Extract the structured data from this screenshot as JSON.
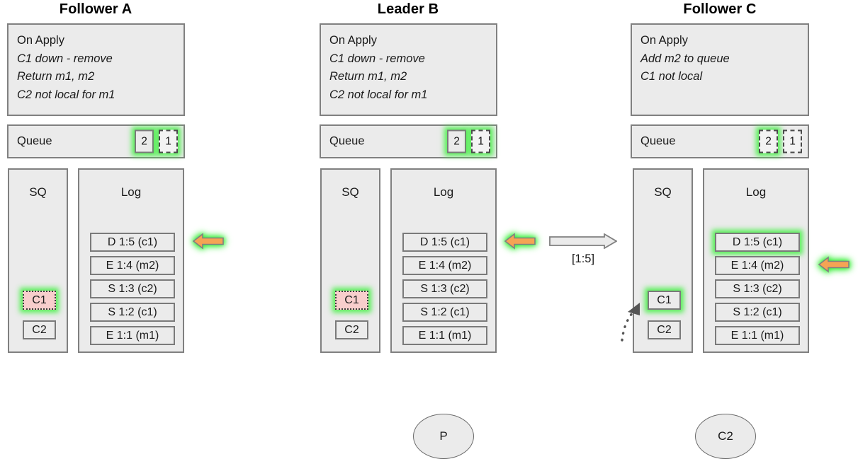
{
  "diagram": {
    "title_row": [
      "Follower A",
      "Leader B",
      "Follower C"
    ],
    "transfer": {
      "label": "[1:5]",
      "direction": "right"
    },
    "colors": {
      "box_fill": "#ebebeb",
      "box_border": "#808080",
      "glow": "#3cf03c",
      "arrow_orange": "#f0a050",
      "pink_fill": "#f8cecc"
    }
  },
  "nodes": [
    {
      "id": "follower-a",
      "title": "Follower A",
      "apply": {
        "heading": "On Apply",
        "lines": [
          "C1 down - remove",
          "Return m1, m2",
          "C2 not local for m1"
        ]
      },
      "queue": {
        "label": "Queue",
        "cells": [
          {
            "value": "2",
            "style": "solid",
            "glow": true
          },
          {
            "value": "1",
            "style": "dashed",
            "glow": true
          }
        ]
      },
      "sq": {
        "header": "SQ",
        "entries": [
          {
            "value": "C1",
            "style": "pink",
            "glow": true
          },
          {
            "value": "C2",
            "style": "solid",
            "glow": false
          }
        ]
      },
      "log": {
        "header": "Log",
        "entries": [
          {
            "value": "D 1:5 (c1)",
            "glow": false
          },
          {
            "value": "E 1:4 (m2)",
            "glow": false
          },
          {
            "value": "S 1:3 (c2)",
            "glow": false
          },
          {
            "value": "S 1:2 (c1)",
            "glow": false
          },
          {
            "value": "E 1:1 (m1)",
            "glow": false
          }
        ]
      },
      "pointer": {
        "icon": "arrow-left-icon",
        "target_row": 0
      }
    },
    {
      "id": "leader-b",
      "title": "Leader B",
      "apply": {
        "heading": "On Apply",
        "lines": [
          "C1 down - remove",
          "Return m1, m2",
          "C2 not local for m1"
        ]
      },
      "queue": {
        "label": "Queue",
        "cells": [
          {
            "value": "2",
            "style": "solid",
            "glow": true
          },
          {
            "value": "1",
            "style": "dashed",
            "glow": true
          }
        ]
      },
      "sq": {
        "header": "SQ",
        "entries": [
          {
            "value": "C1",
            "style": "pink",
            "glow": true
          },
          {
            "value": "C2",
            "style": "solid",
            "glow": false
          }
        ]
      },
      "log": {
        "header": "Log",
        "entries": [
          {
            "value": "D 1:5 (c1)",
            "glow": false
          },
          {
            "value": "E 1:4 (m2)",
            "glow": false
          },
          {
            "value": "S 1:3 (c2)",
            "glow": false
          },
          {
            "value": "S 1:2 (c1)",
            "glow": false
          },
          {
            "value": "E 1:1 (m1)",
            "glow": false
          }
        ]
      },
      "pointer": {
        "icon": "arrow-left-icon",
        "target_row": 0
      }
    },
    {
      "id": "follower-c",
      "title": "Follower C",
      "apply": {
        "heading": "On Apply",
        "lines": [
          "Add m2 to queue",
          "C1 not local"
        ]
      },
      "queue": {
        "label": "Queue",
        "cells": [
          {
            "value": "2",
            "style": "dashed",
            "glow": true
          },
          {
            "value": "1",
            "style": "dashed",
            "glow": false
          }
        ]
      },
      "sq": {
        "header": "SQ",
        "entries": [
          {
            "value": "C1",
            "style": "solid",
            "glow": true
          },
          {
            "value": "C2",
            "style": "solid",
            "glow": false
          }
        ]
      },
      "log": {
        "header": "Log",
        "entries": [
          {
            "value": "D 1:5 (c1)",
            "glow": true
          },
          {
            "value": "E 1:4 (m2)",
            "glow": false
          },
          {
            "value": "S 1:3 (c2)",
            "glow": false
          },
          {
            "value": "S 1:2 (c1)",
            "glow": false
          },
          {
            "value": "E 1:1 (m1)",
            "glow": false
          }
        ]
      },
      "pointer": {
        "icon": "arrow-left-icon",
        "target_row": 1
      }
    }
  ],
  "actors": [
    {
      "id": "producer",
      "label": "P"
    },
    {
      "id": "consumer-c2",
      "label": "C2"
    }
  ]
}
